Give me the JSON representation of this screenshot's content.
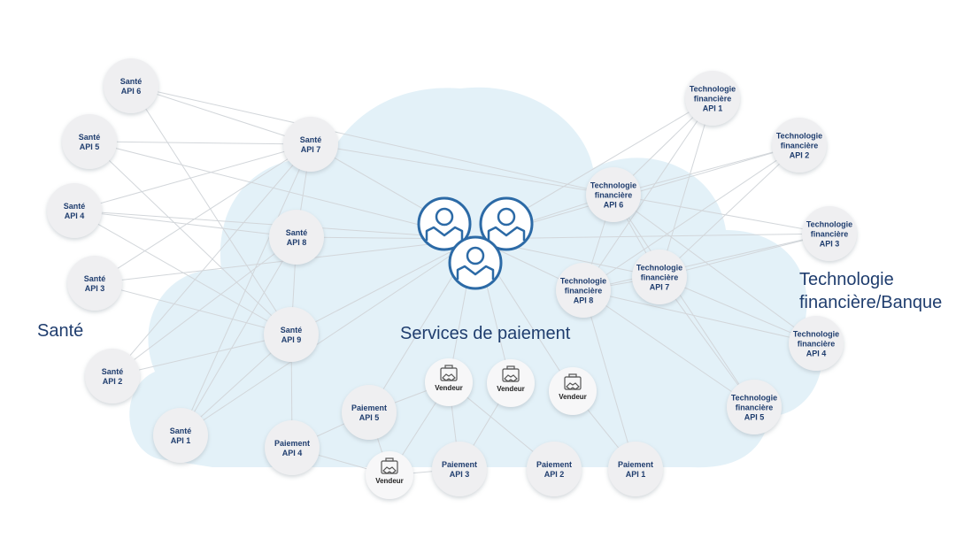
{
  "groups": {
    "sante": "Santé",
    "fintech": "Technologie financière/Banque",
    "payments": "Services de paiement"
  },
  "colors": {
    "cloud": "#e3f1f8",
    "node": "#efeff1",
    "text": "#1f3d6e",
    "icon": "#2c6aa6",
    "edge": "#d2d6da"
  },
  "nodes": [
    {
      "id": "s6",
      "lines": [
        "Santé",
        "API 6"
      ]
    },
    {
      "id": "s5",
      "lines": [
        "Santé",
        "API 5"
      ]
    },
    {
      "id": "s4",
      "lines": [
        "Santé",
        "API 4"
      ]
    },
    {
      "id": "s3",
      "lines": [
        "Santé",
        "API 3"
      ]
    },
    {
      "id": "s2",
      "lines": [
        "Santé",
        "API 2"
      ]
    },
    {
      "id": "s1",
      "lines": [
        "Santé",
        "API 1"
      ]
    },
    {
      "id": "s7",
      "lines": [
        "Santé",
        "API 7"
      ]
    },
    {
      "id": "s8",
      "lines": [
        "Santé",
        "API 8"
      ]
    },
    {
      "id": "s9",
      "lines": [
        "Santé",
        "API 9"
      ]
    },
    {
      "id": "t1",
      "lines": [
        "Technologie",
        "financière",
        "API 1"
      ]
    },
    {
      "id": "t2",
      "lines": [
        "Technologie",
        "financière",
        "API 2"
      ]
    },
    {
      "id": "t3",
      "lines": [
        "Technologie",
        "financière",
        "API 3"
      ]
    },
    {
      "id": "t4",
      "lines": [
        "Technologie",
        "financière",
        "API 4"
      ]
    },
    {
      "id": "t5",
      "lines": [
        "Technologie",
        "financière",
        "API 5"
      ]
    },
    {
      "id": "t6",
      "lines": [
        "Technologie",
        "financière",
        "API 6"
      ]
    },
    {
      "id": "t7",
      "lines": [
        "Technologie",
        "financière",
        "API 7"
      ]
    },
    {
      "id": "t8",
      "lines": [
        "Technologie",
        "financière",
        "API 8"
      ]
    },
    {
      "id": "p5",
      "lines": [
        "Paiement",
        "API 5"
      ]
    },
    {
      "id": "p4",
      "lines": [
        "Paiement",
        "API 4"
      ]
    },
    {
      "id": "p3",
      "lines": [
        "Paiement",
        "API 3"
      ]
    },
    {
      "id": "p2",
      "lines": [
        "Paiement",
        "API 2"
      ]
    },
    {
      "id": "p1",
      "lines": [
        "Paiement",
        "API 1"
      ]
    },
    {
      "id": "v1",
      "vendor": true,
      "lines": [
        "Vendeur"
      ]
    },
    {
      "id": "v2",
      "vendor": true,
      "lines": [
        "Vendeur"
      ]
    },
    {
      "id": "v3",
      "vendor": true,
      "lines": [
        "Vendeur"
      ]
    },
    {
      "id": "v4",
      "vendor": true,
      "lines": [
        "Vendeur"
      ]
    }
  ],
  "edges": [
    [
      "s6",
      "s7"
    ],
    [
      "s6",
      "s9"
    ],
    [
      "s6",
      "t6"
    ],
    [
      "s5",
      "s7"
    ],
    [
      "s5",
      "s9"
    ],
    [
      "s5",
      "u"
    ],
    [
      "s4",
      "s7"
    ],
    [
      "s4",
      "s8"
    ],
    [
      "s4",
      "s9"
    ],
    [
      "s4",
      "u"
    ],
    [
      "s3",
      "s7"
    ],
    [
      "s3",
      "s9"
    ],
    [
      "s3",
      "u"
    ],
    [
      "s2",
      "s8"
    ],
    [
      "s2",
      "s7"
    ],
    [
      "s2",
      "s9"
    ],
    [
      "s1",
      "s9"
    ],
    [
      "s1",
      "s7"
    ],
    [
      "s1",
      "u"
    ],
    [
      "s1",
      "s8"
    ],
    [
      "s7",
      "s8"
    ],
    [
      "s7",
      "u"
    ],
    [
      "s7",
      "t6"
    ],
    [
      "s8",
      "s9"
    ],
    [
      "s8",
      "u"
    ],
    [
      "s9",
      "u"
    ],
    [
      "s9",
      "p4"
    ],
    [
      "u",
      "t1"
    ],
    [
      "u",
      "t2"
    ],
    [
      "u",
      "t6"
    ],
    [
      "u",
      "t8"
    ],
    [
      "u",
      "t7"
    ],
    [
      "u",
      "t3"
    ],
    [
      "u",
      "p5"
    ],
    [
      "u",
      "v1"
    ],
    [
      "u",
      "v2"
    ],
    [
      "u",
      "v3"
    ],
    [
      "t6",
      "t1"
    ],
    [
      "t6",
      "t2"
    ],
    [
      "t6",
      "t3"
    ],
    [
      "t6",
      "t7"
    ],
    [
      "t6",
      "t8"
    ],
    [
      "t6",
      "t4"
    ],
    [
      "t6",
      "t5"
    ],
    [
      "t8",
      "t1"
    ],
    [
      "t8",
      "t2"
    ],
    [
      "t8",
      "t3"
    ],
    [
      "t8",
      "t4"
    ],
    [
      "t8",
      "t5"
    ],
    [
      "t8",
      "t7"
    ],
    [
      "t8",
      "p1"
    ],
    [
      "t7",
      "t1"
    ],
    [
      "t7",
      "t3"
    ],
    [
      "t7",
      "t4"
    ],
    [
      "t7",
      "t5"
    ],
    [
      "t7",
      "t2"
    ],
    [
      "v1",
      "p5"
    ],
    [
      "v1",
      "p2"
    ],
    [
      "v1",
      "p3"
    ],
    [
      "v1",
      "v4"
    ],
    [
      "v2",
      "p3"
    ],
    [
      "v3",
      "p1"
    ],
    [
      "p5",
      "p4"
    ],
    [
      "p4",
      "v4"
    ],
    [
      "v4",
      "p3"
    ],
    [
      "p5",
      "v4"
    ]
  ]
}
